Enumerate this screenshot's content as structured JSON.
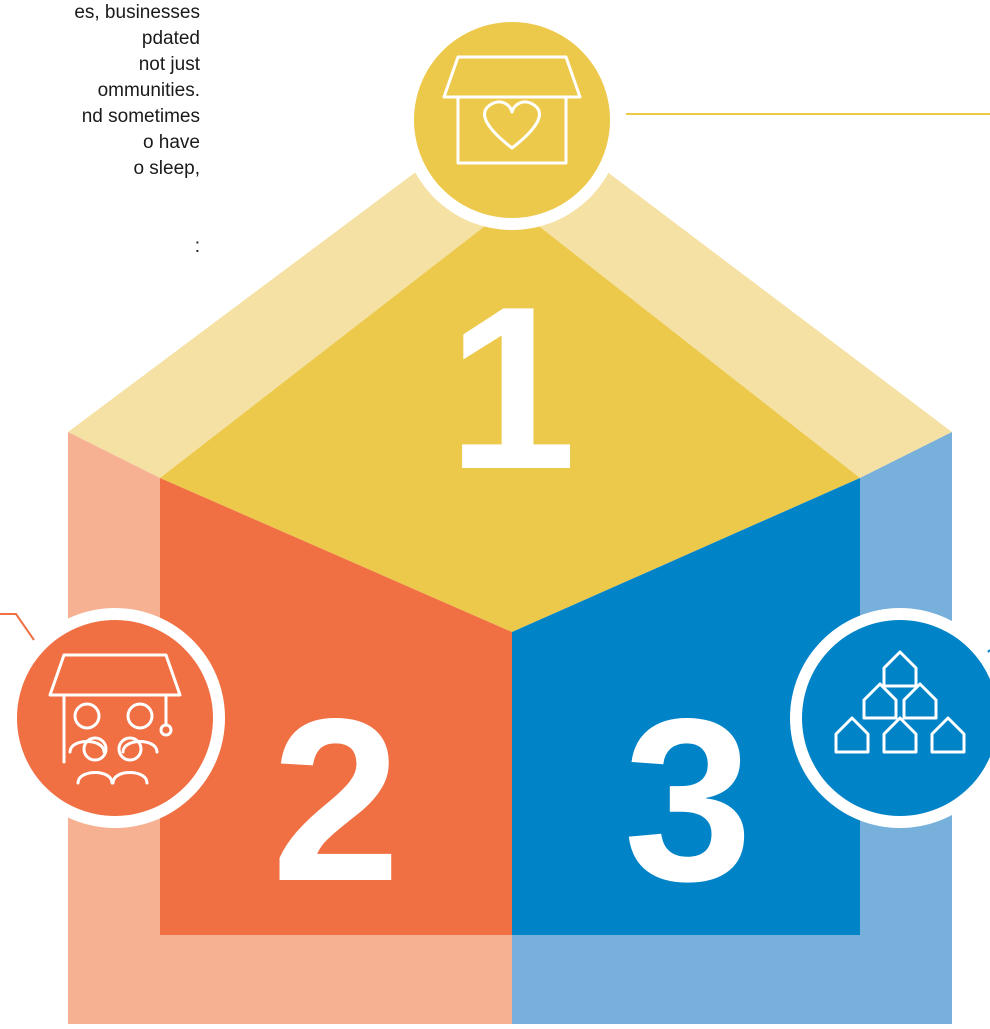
{
  "intro_text": {
    "lines": [
      "es, businesses",
      "pdated",
      " not just",
      "ommunities.",
      "nd sometimes",
      "o have",
      "o sleep,",
      "",
      "",
      ":"
    ]
  },
  "segments": [
    {
      "number": "1",
      "color": "#ecc94b",
      "light_color": "#f5e1a3",
      "icon": "house-heart-icon"
    },
    {
      "number": "2",
      "color": "#f06f43",
      "light_color": "#f6b192",
      "icon": "house-family-icon"
    },
    {
      "number": "3",
      "color": "#0083c7",
      "light_color": "#77b0db",
      "icon": "stacked-houses-icon"
    }
  ]
}
